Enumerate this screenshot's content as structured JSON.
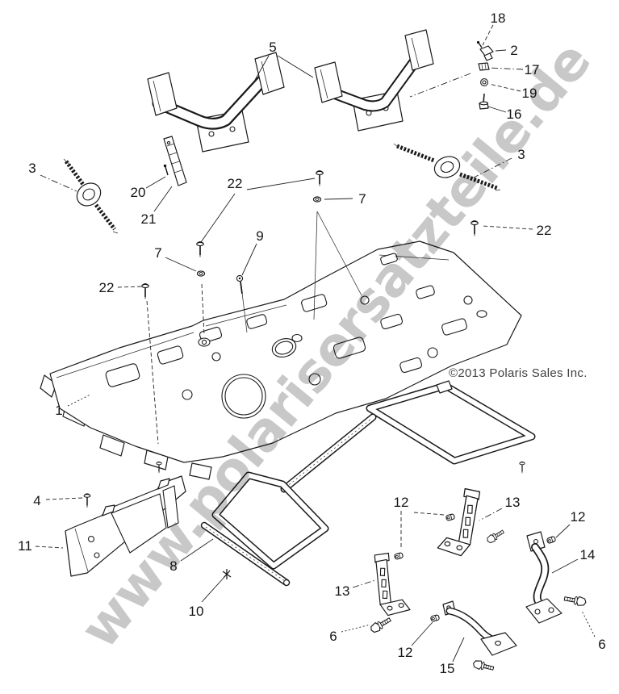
{
  "watermark": {
    "text": "www.polarisersatzteile.de"
  },
  "copyright": {
    "text": "©2013 Polaris Sales Inc."
  },
  "colors": {
    "line": "#1a1a1a",
    "watermark": "#c8c8c8",
    "copyright": "#3f3f3f",
    "background": "#ffffff"
  },
  "callouts": [
    {
      "label": "18"
    },
    {
      "label": "2"
    },
    {
      "label": "17"
    },
    {
      "label": "19"
    },
    {
      "label": "16"
    },
    {
      "label": "5"
    },
    {
      "label": "3"
    },
    {
      "label": "20"
    },
    {
      "label": "21"
    },
    {
      "label": "3"
    },
    {
      "label": "22"
    },
    {
      "label": "7"
    },
    {
      "label": "9"
    },
    {
      "label": "7"
    },
    {
      "label": "22"
    },
    {
      "label": "22"
    },
    {
      "label": "1"
    },
    {
      "label": "4"
    },
    {
      "label": "11"
    },
    {
      "label": "8"
    },
    {
      "label": "10"
    },
    {
      "label": "12"
    },
    {
      "label": "13"
    },
    {
      "label": "12"
    },
    {
      "label": "14"
    },
    {
      "label": "13"
    },
    {
      "label": "6"
    },
    {
      "label": "12"
    },
    {
      "label": "15"
    },
    {
      "label": "6"
    }
  ]
}
